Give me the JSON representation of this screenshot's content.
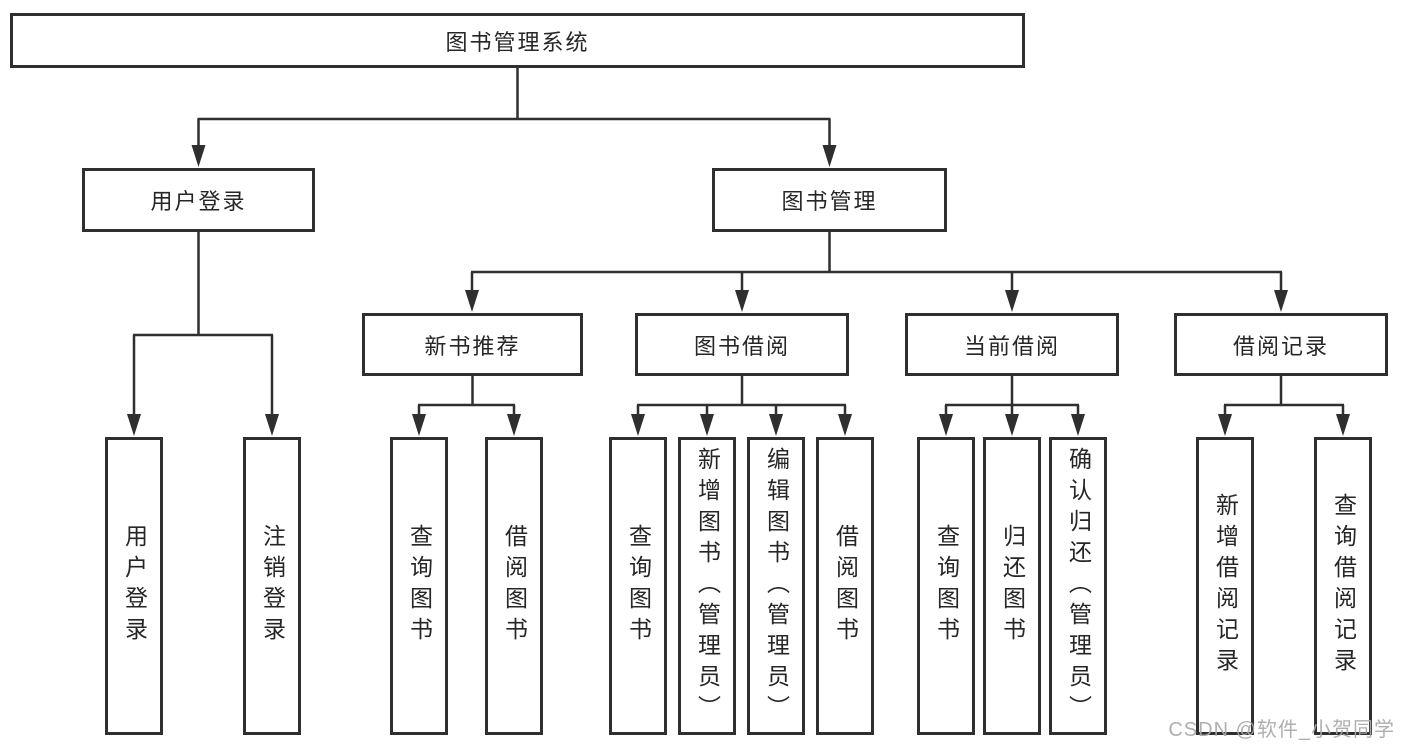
{
  "diagram": {
    "title": "图书管理系统",
    "tree": {
      "root": {
        "label": "图书管理系统",
        "children": [
          {
            "label": "用户登录",
            "children": [
              {
                "label": "用户登录"
              },
              {
                "label": "注销登录"
              }
            ]
          },
          {
            "label": "图书管理",
            "children": [
              {
                "label": "新书推荐",
                "children": [
                  {
                    "label": "查询图书"
                  },
                  {
                    "label": "借阅图书"
                  }
                ]
              },
              {
                "label": "图书借阅",
                "children": [
                  {
                    "label": "查询图书"
                  },
                  {
                    "label": "新增图书（管理员）"
                  },
                  {
                    "label": "编辑图书（管理员）"
                  },
                  {
                    "label": "借阅图书"
                  }
                ]
              },
              {
                "label": "当前借阅",
                "children": [
                  {
                    "label": "查询图书"
                  },
                  {
                    "label": "归还图书"
                  },
                  {
                    "label": "确认归还（管理员）"
                  }
                ]
              },
              {
                "label": "借阅记录",
                "children": [
                  {
                    "label": "新增借阅记录"
                  },
                  {
                    "label": "查询借阅记录"
                  }
                ]
              }
            ]
          }
        ]
      }
    },
    "colors": {
      "border": "#2f2f2f",
      "line": "#2f2f2f",
      "text": "#262626",
      "background": "#ffffff",
      "watermark": "#a8a8a8"
    }
  },
  "watermark": {
    "text": "CSDN @软件_小贺同学"
  }
}
